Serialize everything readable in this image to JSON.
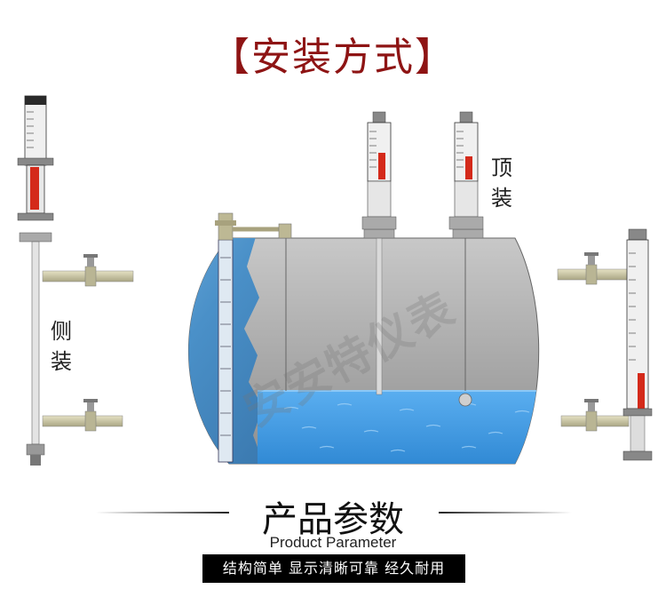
{
  "title": "【安装方式】",
  "labels": {
    "side_mount": [
      "侧",
      "装"
    ],
    "top_mount": [
      "顶",
      "装"
    ]
  },
  "watermark": "安安特仪表",
  "section": {
    "title": "产品参数",
    "subtitle": "Product Parameter",
    "tagline": "结构简单 显示清晰可靠  经久耐用"
  },
  "colors": {
    "title": "#8e1414",
    "tank_blue": "#4a90c8",
    "tank_gray": "#a8a8a8",
    "liquid": "#3d95dd",
    "indicator_red": "#d42a1a",
    "pipe": "#c8c4a0"
  }
}
